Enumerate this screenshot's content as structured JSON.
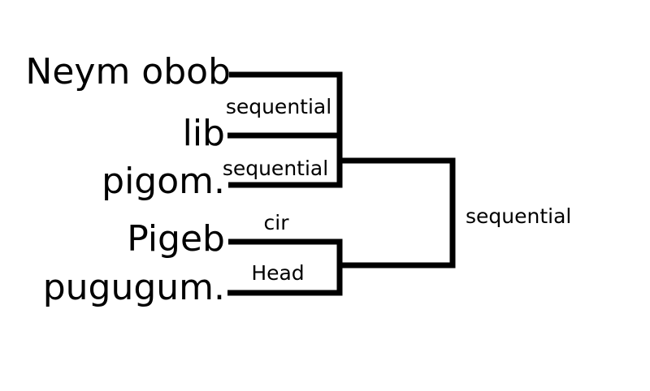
{
  "diagram": {
    "type": "dendrogram-tree",
    "colors": {
      "background": "#ffffff",
      "line": "#000000",
      "text": "#000000"
    },
    "leaves": [
      {
        "label": "Neym obob"
      },
      {
        "label": "lib"
      },
      {
        "label": "pigom."
      },
      {
        "label": "Pigeb"
      },
      {
        "label": "pugugum."
      }
    ],
    "edge_labels": [
      {
        "label": "sequential",
        "position": "between Neym obob and lib branches"
      },
      {
        "label": "sequential",
        "position": "between lib and pigom. branches"
      },
      {
        "label": "cir",
        "position": "above Pigeb branch"
      },
      {
        "label": "Head",
        "position": "above pugugum. branch"
      },
      {
        "label": "sequential",
        "position": "right of root connector"
      }
    ]
  }
}
